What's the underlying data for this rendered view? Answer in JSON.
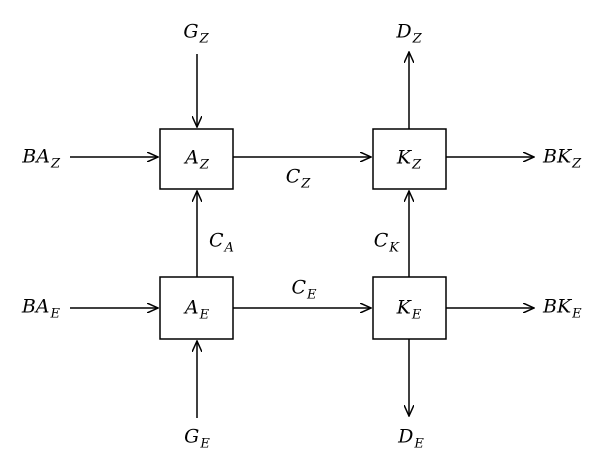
{
  "nodes": {
    "AZ": {
      "main": "A",
      "sub": "Z"
    },
    "AE": {
      "main": "A",
      "sub": "E"
    },
    "KZ": {
      "main": "K",
      "sub": "Z"
    },
    "KE": {
      "main": "K",
      "sub": "E"
    }
  },
  "inputs": {
    "GZ": {
      "main": "G",
      "sub": "Z"
    },
    "GE": {
      "main": "G",
      "sub": "E"
    },
    "BAZ": {
      "main": "BA",
      "sub": "Z"
    },
    "BAE": {
      "main": "BA",
      "sub": "E"
    }
  },
  "outputs": {
    "DZ": {
      "main": "D",
      "sub": "Z"
    },
    "DE": {
      "main": "D",
      "sub": "E"
    },
    "BKZ": {
      "main": "BK",
      "sub": "Z"
    },
    "BKE": {
      "main": "BK",
      "sub": "E"
    }
  },
  "flows": {
    "CZ": {
      "main": "C",
      "sub": "Z"
    },
    "CE": {
      "main": "C",
      "sub": "E"
    },
    "CA": {
      "main": "C",
      "sub": "A"
    },
    "CK": {
      "main": "C",
      "sub": "K"
    }
  }
}
